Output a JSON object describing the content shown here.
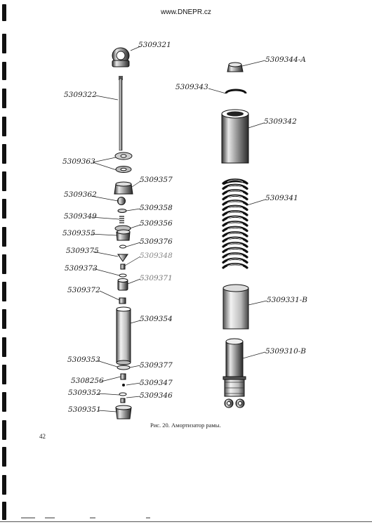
{
  "header": {
    "site": "www.DNEPR.cz"
  },
  "left_parts": [
    "5309321",
    "5309322",
    "5309363",
    "5309357",
    "5309362",
    "5309358",
    "5309349",
    "5309356",
    "5309355",
    "5309376",
    "5309375",
    "5309348",
    "5309373",
    "5309371",
    "5309372",
    "5309354",
    "5309353",
    "5309377",
    "5308256",
    "5309347",
    "5309352",
    "5309346",
    "5309351"
  ],
  "right_parts": [
    "5309344-A",
    "5309343",
    "5309342",
    "5309341",
    "5309331-B",
    "5309310-B"
  ],
  "caption": "Рис. 20. Амортизатор рамы.",
  "page_number": "42"
}
